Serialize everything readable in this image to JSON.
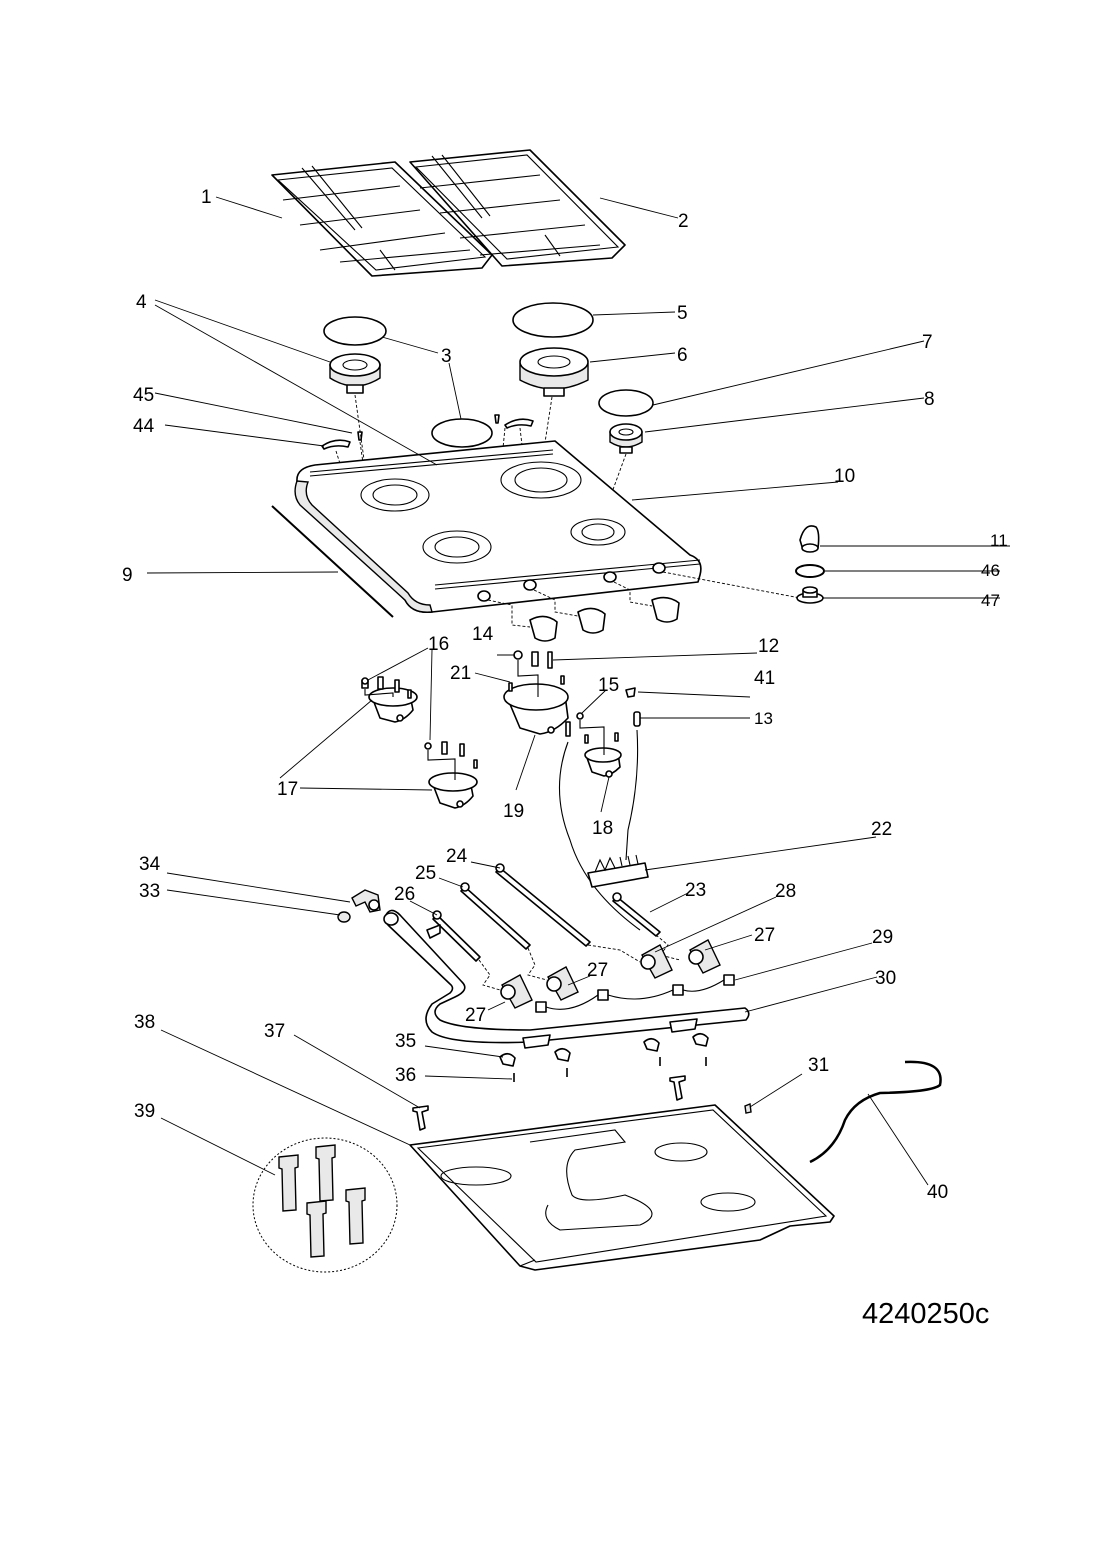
{
  "diagram": {
    "type": "exploded-parts-diagram",
    "subject": "gas hob (4 burners)",
    "document_number": "4240250c",
    "callouts": [
      {
        "id": "1",
        "part": "pan support (left)"
      },
      {
        "id": "2",
        "part": "pan support (right)"
      },
      {
        "id": "3",
        "part": "burner cap (auxiliary / semi-rapid)"
      },
      {
        "id": "4",
        "part": "burner head (semi-rapid)"
      },
      {
        "id": "5",
        "part": "burner cap (rapid)"
      },
      {
        "id": "6",
        "part": "burner head (rapid)"
      },
      {
        "id": "7",
        "part": "burner cap (small)"
      },
      {
        "id": "8",
        "part": "burner head (small)"
      },
      {
        "id": "9",
        "part": "seal"
      },
      {
        "id": "10",
        "part": "hob top"
      },
      {
        "id": "11",
        "part": "control knob"
      },
      {
        "id": "12",
        "part": "spark plug electrode"
      },
      {
        "id": "13",
        "part": "thermocouple / electrode"
      },
      {
        "id": "14",
        "part": "injector"
      },
      {
        "id": "15",
        "part": "injector"
      },
      {
        "id": "16",
        "part": "injector"
      },
      {
        "id": "17",
        "part": "burner cup"
      },
      {
        "id": "18",
        "part": "burner cup (small)"
      },
      {
        "id": "19",
        "part": "burner cup (large)"
      },
      {
        "id": "21",
        "part": "screw"
      },
      {
        "id": "22",
        "part": "ignition generator"
      },
      {
        "id": "23",
        "part": "gas pipe"
      },
      {
        "id": "24",
        "part": "gas pipe"
      },
      {
        "id": "25",
        "part": "gas pipe"
      },
      {
        "id": "26",
        "part": "gas pipe"
      },
      {
        "id": "27",
        "part": "gas tap"
      },
      {
        "id": "28",
        "part": "ignition cable"
      },
      {
        "id": "29",
        "part": "microswitch"
      },
      {
        "id": "30",
        "part": "gas manifold"
      },
      {
        "id": "31",
        "part": "cable clamp"
      },
      {
        "id": "33",
        "part": "gasket"
      },
      {
        "id": "34",
        "part": "elbow fitting"
      },
      {
        "id": "35",
        "part": "clamp"
      },
      {
        "id": "36",
        "part": "screw"
      },
      {
        "id": "37",
        "part": "bracket"
      },
      {
        "id": "38",
        "part": "base tray"
      },
      {
        "id": "39",
        "part": "fixing clips (set of 4)"
      },
      {
        "id": "40",
        "part": "power cable"
      },
      {
        "id": "41",
        "part": "clip"
      },
      {
        "id": "44",
        "part": "spark plug holder"
      },
      {
        "id": "45",
        "part": "screw"
      },
      {
        "id": "46",
        "part": "spring ring"
      },
      {
        "id": "47",
        "part": "knob bush"
      }
    ]
  },
  "labels": {
    "l1": "1",
    "l2": "2",
    "l3": "3",
    "l4": "4",
    "l5": "5",
    "l6": "6",
    "l7": "7",
    "l8": "8",
    "l9": "9",
    "l10": "10",
    "l11": "11",
    "l12": "12",
    "l13": "13",
    "l14": "14",
    "l15": "15",
    "l16": "16",
    "l17": "17",
    "l18": "18",
    "l19": "19",
    "l21": "21",
    "l22": "22",
    "l23": "23",
    "l24": "24",
    "l25": "25",
    "l26": "26",
    "l27a": "27",
    "l27b": "27",
    "l27c": "27",
    "l28": "28",
    "l29": "29",
    "l30": "30",
    "l31": "31",
    "l33": "33",
    "l34": "34",
    "l35": "35",
    "l36": "36",
    "l37": "37",
    "l38": "38",
    "l39": "39",
    "l40": "40",
    "l41": "41",
    "l44": "44",
    "l45": "45",
    "l46": "46",
    "l47": "47"
  }
}
